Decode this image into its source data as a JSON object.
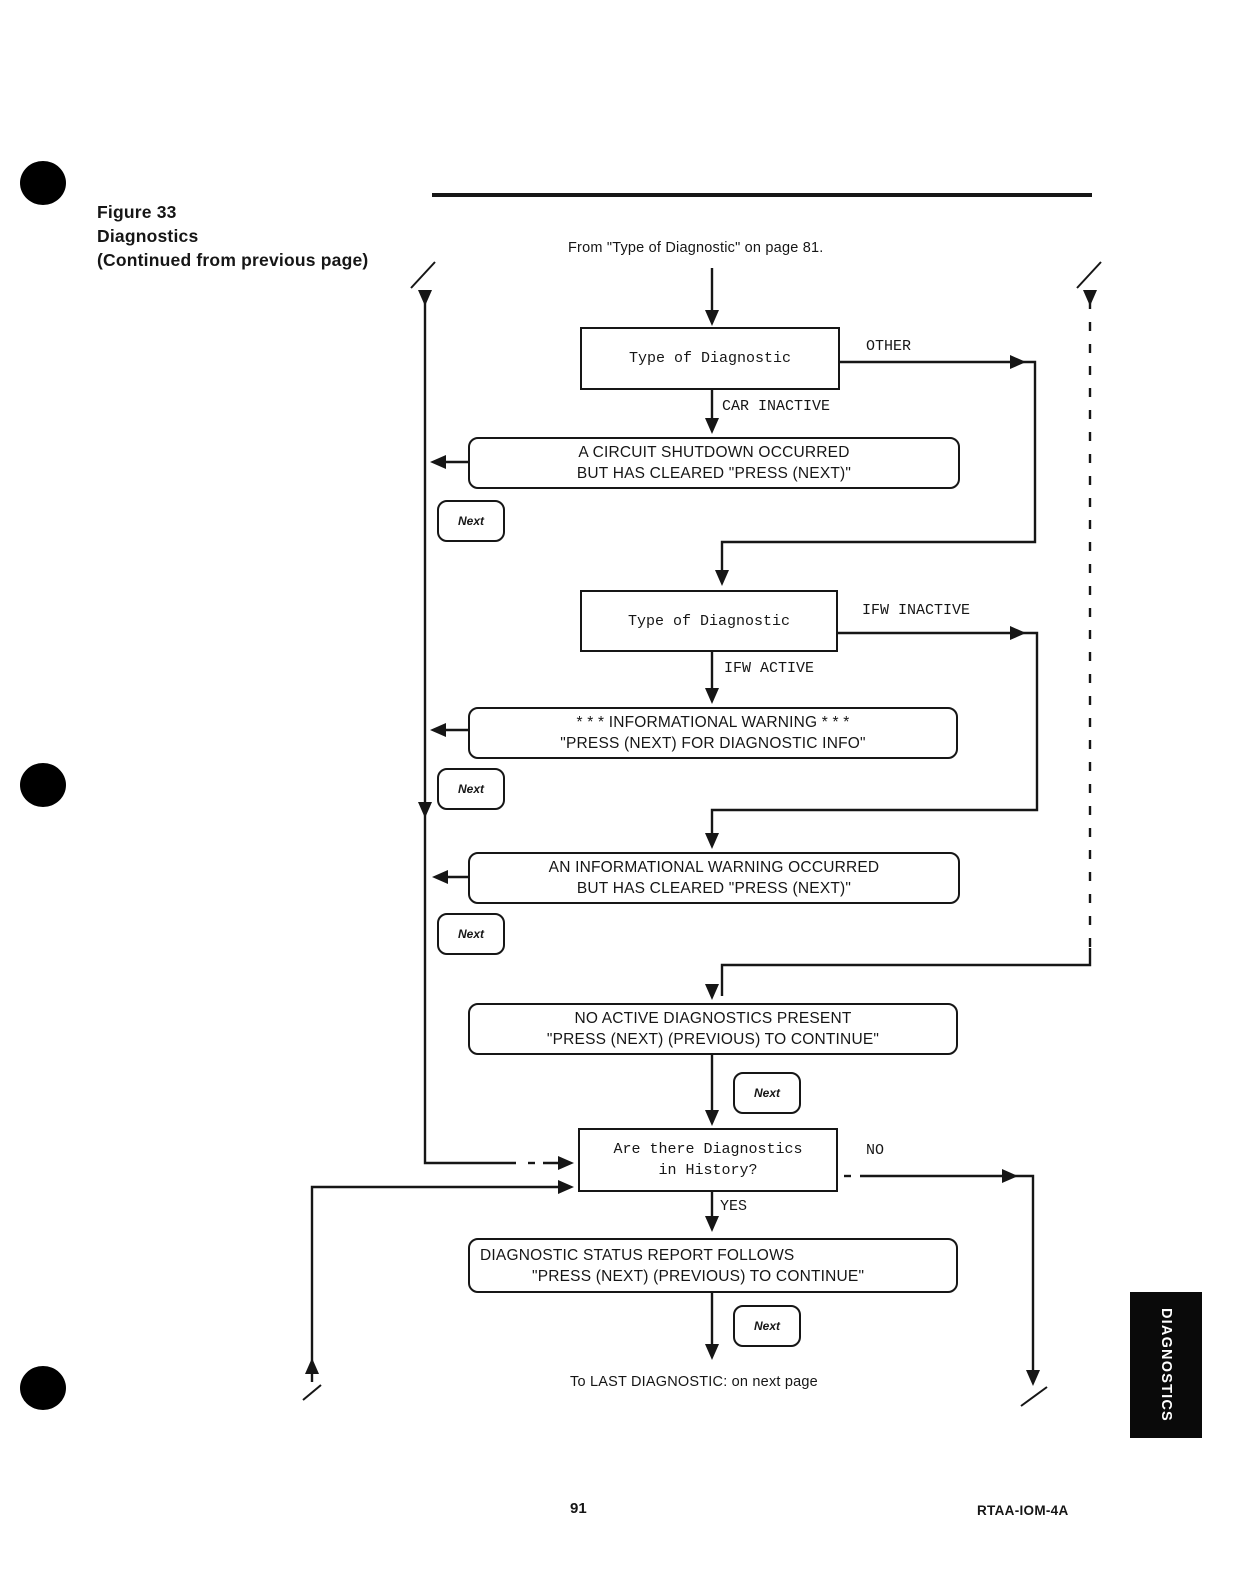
{
  "figure": {
    "title_line1": "Figure 33",
    "title_line2": "Diagnostics",
    "title_line3": "(Continued from previous page)"
  },
  "flow": {
    "from_note": "From \"Type of Diagnostic\" on page 81.",
    "box_type1": "Type of Diagnostic",
    "label_other": "OTHER",
    "label_car_inactive": "CAR INACTIVE",
    "box_shutdown_line1": "A CIRCUIT SHUTDOWN OCCURRED",
    "box_shutdown_line2": "BUT HAS CLEARED \"PRESS (NEXT)\"",
    "next_label": "Next",
    "box_type2": "Type of Diagnostic",
    "label_ifw_inactive": "IFW INACTIVE",
    "label_ifw_active": "IFW ACTIVE",
    "box_ifw_line1": "* * * INFORMATIONAL WARNING * * *",
    "box_ifw_line2": "\"PRESS (NEXT) FOR DIAGNOSTIC INFO\"",
    "box_ifw_cleared_line1": "AN INFORMATIONAL WARNING OCCURRED",
    "box_ifw_cleared_line2": "BUT HAS CLEARED \"PRESS (NEXT)\"",
    "box_no_active_line1": "NO ACTIVE DIAGNOSTICS PRESENT",
    "box_no_active_line2": "\"PRESS (NEXT) (PREVIOUS) TO CONTINUE\"",
    "box_history_line1": "Are there Diagnostics",
    "box_history_line2": "in History?",
    "label_no": "NO",
    "label_yes": "YES",
    "box_report_line1": "DIAGNOSTIC STATUS REPORT FOLLOWS",
    "box_report_line2": "\"PRESS (NEXT) (PREVIOUS) TO CONTINUE\"",
    "to_note": "To LAST DIAGNOSTIC: on next page"
  },
  "side_tab": {
    "label": "DIAGNOSTICS"
  },
  "footer": {
    "page_number": "91",
    "doc_code": "RTAA-IOM-4A"
  }
}
